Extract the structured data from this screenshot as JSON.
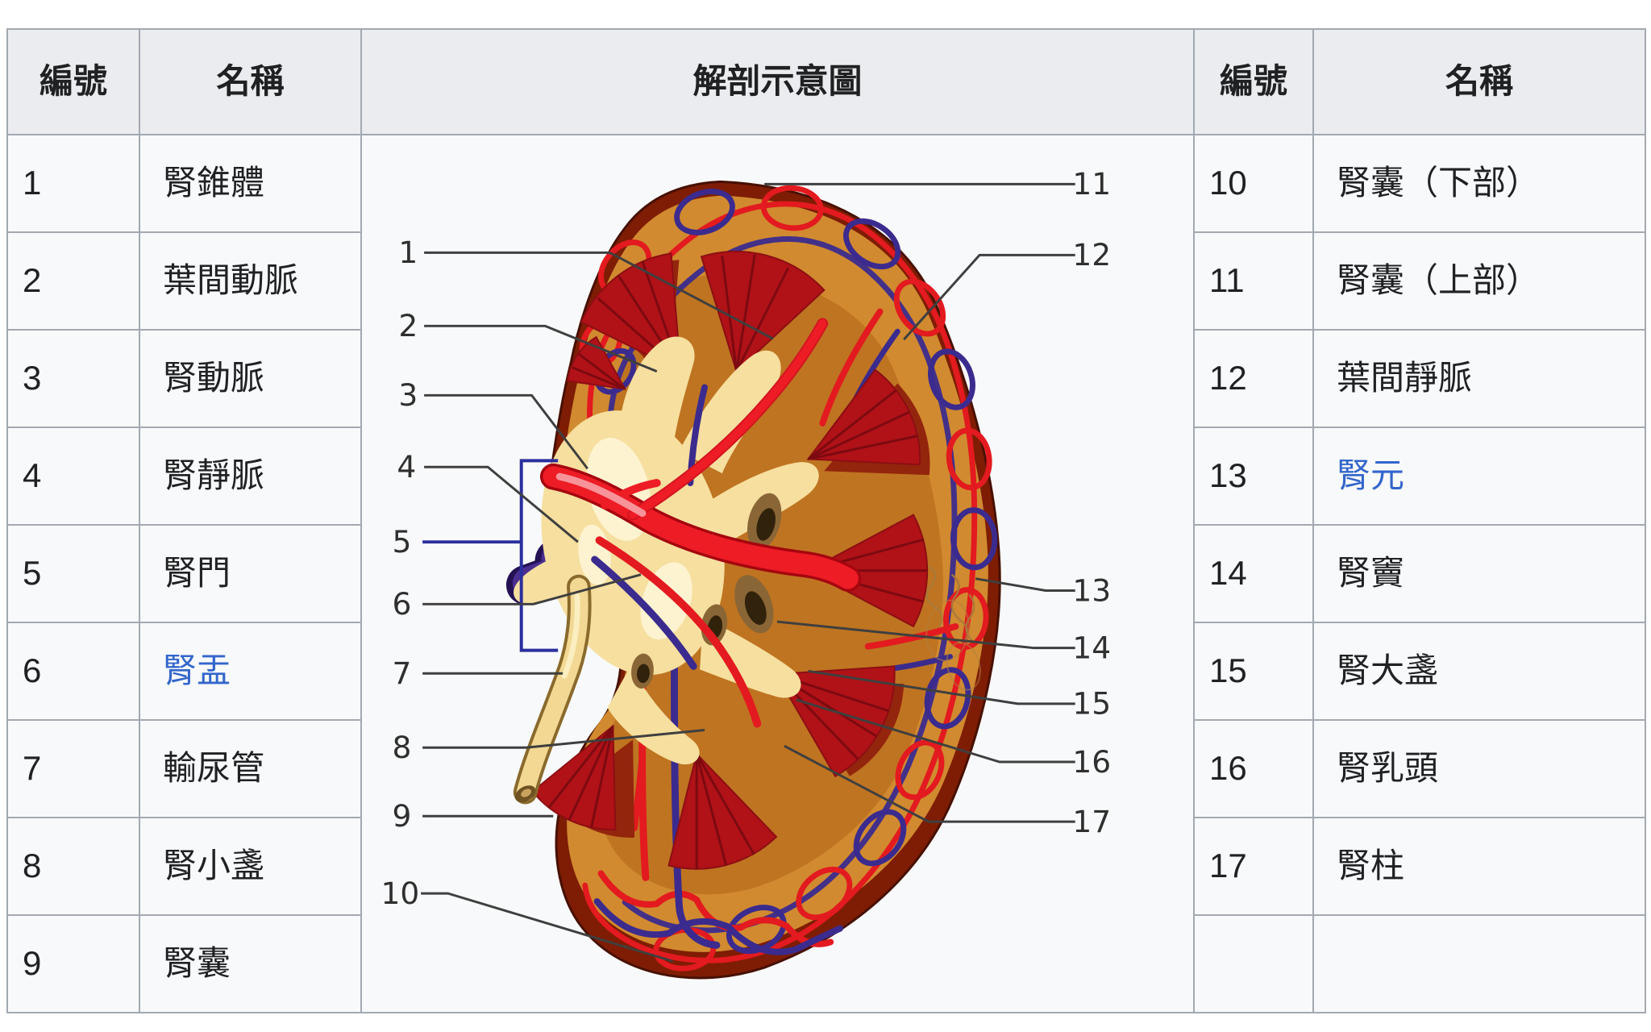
{
  "table": {
    "headers": {
      "left_id": "編號",
      "left_name": "名稱",
      "diagram": "解剖示意圖",
      "right_id": "編號",
      "right_name": "名稱"
    },
    "left_rows": [
      {
        "id": "1",
        "name": "腎錐體"
      },
      {
        "id": "2",
        "name": "葉間動脈"
      },
      {
        "id": "3",
        "name": "腎動脈"
      },
      {
        "id": "4",
        "name": "腎靜脈"
      },
      {
        "id": "5",
        "name": "腎門"
      },
      {
        "id": "6",
        "name": "腎盂",
        "link": true
      },
      {
        "id": "7",
        "name": "輸尿管"
      },
      {
        "id": "8",
        "name": "腎小盞"
      },
      {
        "id": "9",
        "name": "腎囊"
      }
    ],
    "right_rows": [
      {
        "id": "10",
        "name": "腎囊（下部）"
      },
      {
        "id": "11",
        "name": "腎囊（上部）"
      },
      {
        "id": "12",
        "name": "葉間靜脈"
      },
      {
        "id": "13",
        "name": "腎元",
        "link": true
      },
      {
        "id": "14",
        "name": "腎竇"
      },
      {
        "id": "15",
        "name": "腎大盞"
      },
      {
        "id": "16",
        "name": "腎乳頭"
      },
      {
        "id": "17",
        "name": "腎柱"
      },
      {
        "id": "",
        "name": ""
      }
    ]
  },
  "diagram": {
    "labels": [
      "1",
      "2",
      "3",
      "4",
      "5",
      "6",
      "7",
      "8",
      "9",
      "10",
      "11",
      "12",
      "13",
      "14",
      "15",
      "16",
      "17"
    ],
    "colors": {
      "capsule": "#7e1d04",
      "cortex": "#d18a2f",
      "inner_cortex": "#bd7120",
      "pyramid": "#b01217",
      "pyramid_striation": "#7c0a10",
      "pelvis_cream": "#f6df9f",
      "artery_red": "#ee1c25",
      "vein_purple": "#4b2e8f",
      "vessel_red": "#e31a1f",
      "vessel_blue": "#3b2b8e",
      "ureter": "#f2d893",
      "leader_line": "#3f3f3f",
      "hilum_bracket": "#2a2f9e"
    }
  },
  "theme": {
    "page_background": "#ffffff",
    "cell_background": "#f8f9fa",
    "header_background": "#eaecf0",
    "border": "#a2a9b1",
    "text": "#202122",
    "link": "#3366cc"
  }
}
